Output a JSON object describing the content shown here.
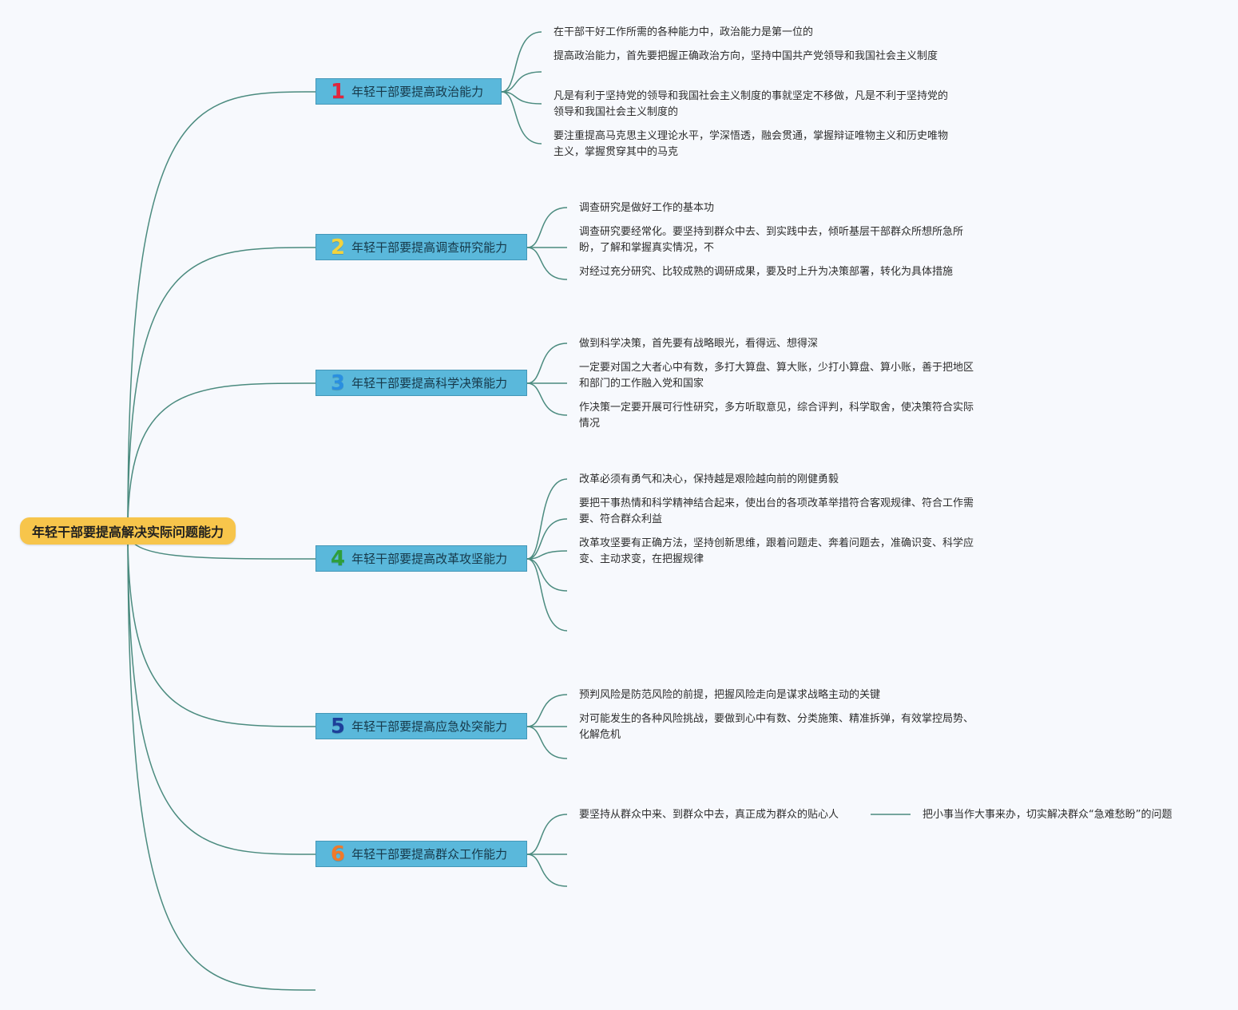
{
  "root": {
    "label": "年轻干部要提高解决实际问题能力"
  },
  "colors": {
    "root_bg": "#f7c54b",
    "branch_bg": "#5ab8db",
    "line": "#4b8b7f"
  },
  "branches": [
    {
      "num": "1",
      "num_color": "#e0263e",
      "label": "年轻干部要提高政治能力",
      "items": [
        "在干部干好工作所需的各种能力中，政治能力是第一位的",
        "提高政治能力，首先要把握正确政治方向，坚持中国共产党领导和我国社会主义制度",
        "凡是有利于坚持党的领导和我国社会主义制度的事就坚定不移做，凡是不利于坚持党的领导和我国社会主义制度的",
        "要注重提高马克思主义理论水平，学深悟透，融会贯通，掌握辩证唯物主义和历史唯物主义，掌握贯穿其中的马克"
      ]
    },
    {
      "num": "2",
      "num_color": "#f3d33d",
      "label": "年轻干部要提高调查研究能力",
      "items": [
        "调查研究是做好工作的基本功",
        "调查研究要经常化。要坚持到群众中去、到实践中去，倾听基层干部群众所想所急所盼，了解和掌握真实情况，不",
        "对经过充分研究、比较成熟的调研成果，要及时上升为决策部署，转化为具体措施"
      ]
    },
    {
      "num": "3",
      "num_color": "#2a8fe0",
      "label": "年轻干部要提高科学决策能力",
      "items": [
        "做到科学决策，首先要有战略眼光，看得远、想得深",
        "一定要对国之大者心中有数，多打大算盘、算大账，少打小算盘、算小账，善于把地区和部门的工作融入党和国家",
        "作决策一定要开展可行性研究，多方听取意见，综合评判，科学取舍，使决策符合实际情况"
      ]
    },
    {
      "num": "4",
      "num_color": "#2e9e3a",
      "label": "年轻干部要提高改革攻坚能力",
      "items": [
        "改革必须有勇气和决心，保持越是艰险越向前的刚健勇毅",
        "要把干事热情和科学精神结合起来，使出台的各项改革举措符合客观规律、符合工作需要、符合群众利益",
        "改革攻坚要有正确方法，坚持创新思维，跟着问题走、奔着问题去，准确识变、科学应变、主动求变，在把握规律"
      ]
    },
    {
      "num": "5",
      "num_color": "#1d3f9a",
      "label": "年轻干部要提高应急处突能力",
      "items": [
        "预判风险是防范风险的前提，把握风险走向是谋求战略主动的关键",
        "对可能发生的各种风险挑战，要做到心中有数、分类施策、精准拆弹，有效掌控局势、化解危机"
      ]
    },
    {
      "num": "6",
      "num_color": "#f07a2b",
      "label": "年轻干部要提高群众工作能力",
      "items": [
        "要坚持从群众中来、到群众中去，真正成为群众的贴心人"
      ],
      "sub": "把小事当作大事来办，切实解决群众“急难愁盼”的问题"
    }
  ]
}
